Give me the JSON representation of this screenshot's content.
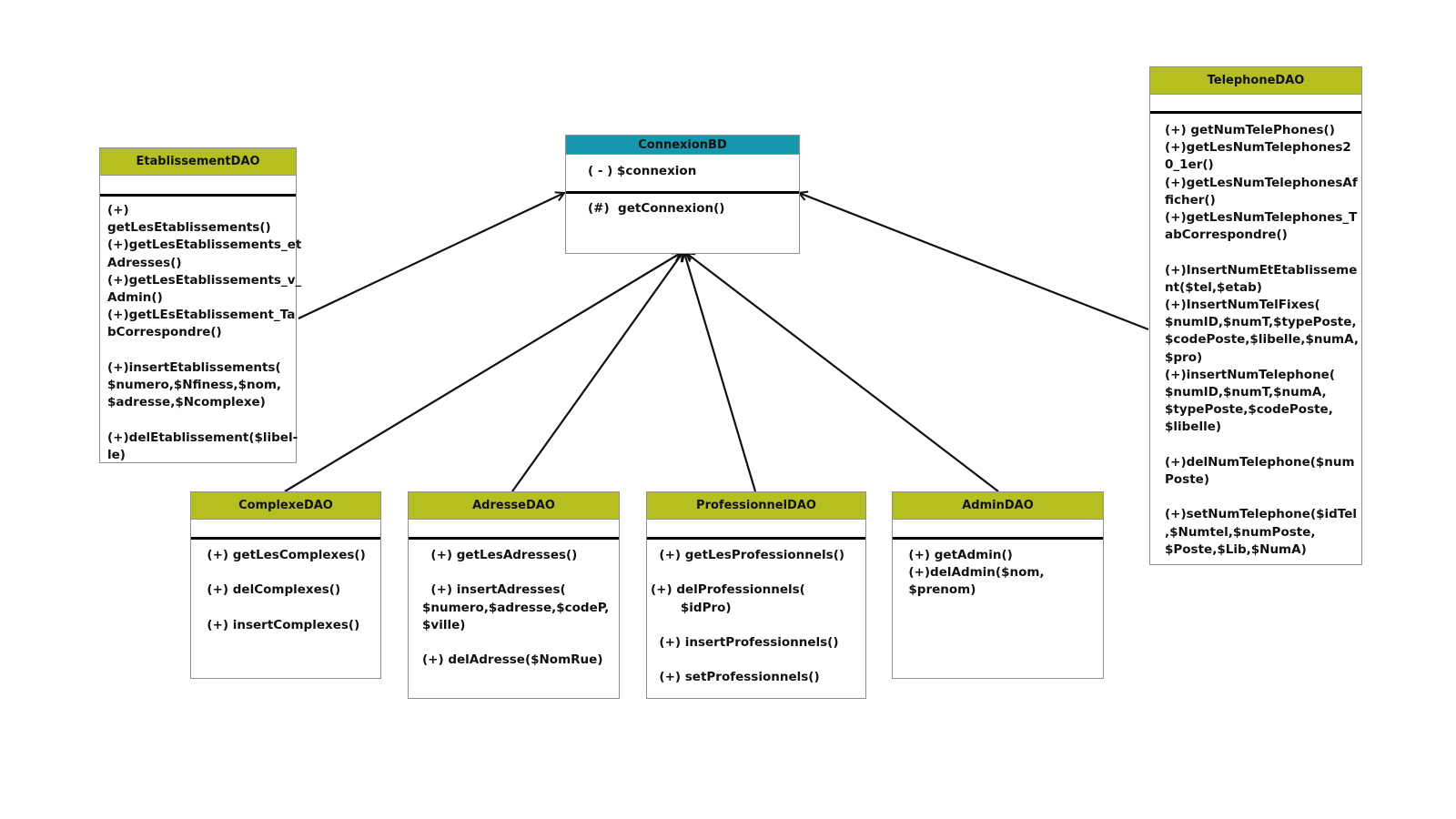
{
  "colors": {
    "class_header": "#b5bf1f",
    "connexion_header": "#1797ad",
    "line": "#111111"
  },
  "classes": {
    "etablissement": {
      "name": "EtablissementDAO",
      "operations": [
        "(+) getLesEtablissements()",
        "(+)getLesEtablissements_et",
        "Adresses()",
        "(+)getLesEtablissements_v_",
        "Admin()",
        "(+)getLEsEtablissement_Ta",
        "bCorrespondre()",
        "",
        "(+)insertEtablissements(",
        "$numero,$Nfiness,$nom,",
        "$adresse,$Ncomplexe)",
        "",
        "(+)delEtablissement($libel-",
        "le)"
      ]
    },
    "connexion": {
      "name": "ConnexionBD",
      "attribute": "( - ) $connexion",
      "operations": [
        "(#)  getConnexion()"
      ]
    },
    "telephone": {
      "name": "TelephoneDAO",
      "operations": [
        "(+) getNumTelePhones()",
        "(+)getLesNumTelephones2",
        "0_1er()",
        "(+)getLesNumTelephonesAf",
        "ficher()",
        "(+)getLesNumTelephones_T",
        "abCorrespondre()",
        "",
        "(+)InsertNumEtEtablisseme",
        "nt($tel,$etab)",
        "(+)InsertNumTelFixes(",
        "$numID,$numT,$typePoste,",
        "$codePoste,$libelle,$numA,",
        "$pro)",
        "(+)insertNumTelephone(",
        "$numID,$numT,$numA,",
        "$typePoste,$codePoste,",
        "$libelle)",
        "",
        "(+)delNumTelephone($num",
        "Poste)",
        "",
        "(+)setNumTelephone($idTel",
        ",$Numtel,$numPoste,",
        "$Poste,$Lib,$NumA)"
      ]
    },
    "complexe": {
      "name": "ComplexeDAO",
      "operations": [
        "  (+) getLesComplexes()",
        "",
        "  (+) delComplexes()",
        "",
        "  (+) insertComplexes()"
      ]
    },
    "adresse": {
      "name": "AdresseDAO",
      "operations": [
        "  (+) getLesAdresses()",
        "",
        "  (+) insertAdresses(",
        "$numero,$adresse,$codeP,",
        "$ville)",
        "",
        "(+) delAdresse($NomRue)"
      ]
    },
    "professionnel": {
      "name": "ProfessionnelDAO",
      "operations": [
        "  (+) getLesProfessionnels()",
        "",
        "(+) delProfessionnels(",
        "       $idPro)",
        "",
        "  (+) insertProfessionnels()",
        "",
        "  (+) setProfessionnels()"
      ]
    },
    "admin": {
      "name": "AdminDAO",
      "operations": [
        "  (+) getAdmin()",
        "  (+)delAdmin($nom,",
        "  $prenom)"
      ]
    }
  }
}
